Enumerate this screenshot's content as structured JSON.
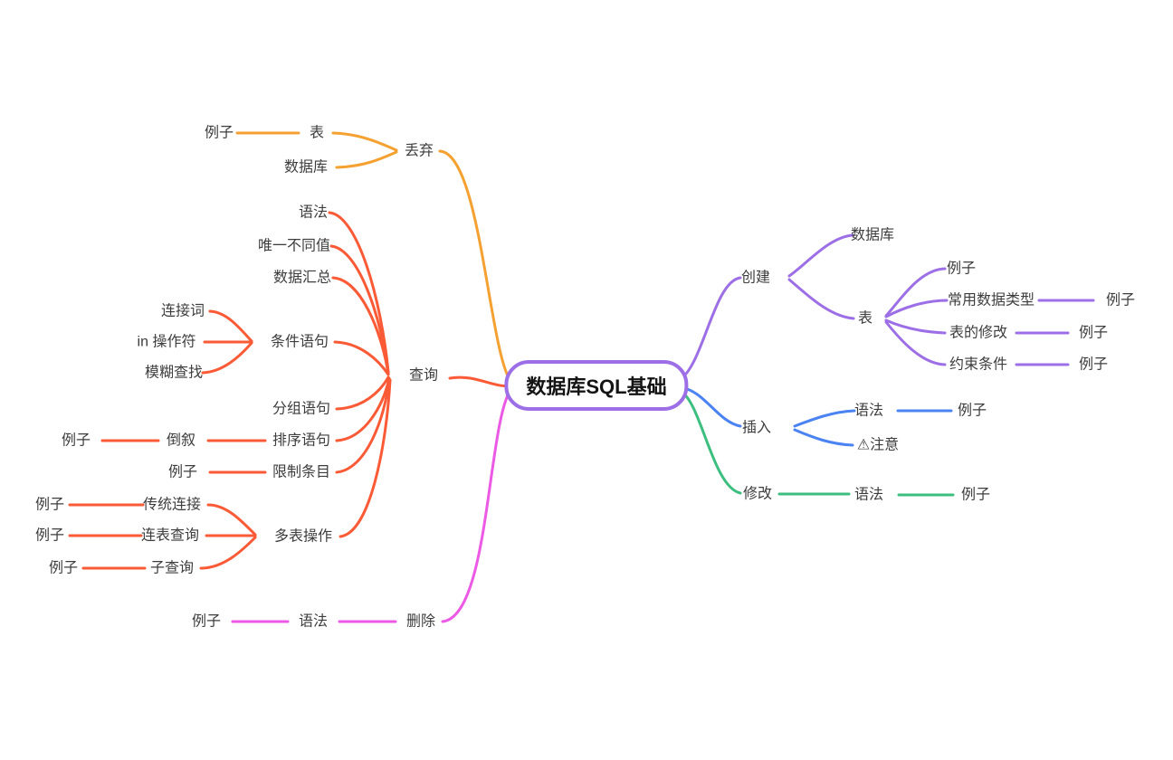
{
  "root": {
    "label": "数据库SQL基础",
    "border_color": "#9D6FE6"
  },
  "branches": [
    {
      "label": "丢弃",
      "color": "#F5A131",
      "children": [
        {
          "label": "表",
          "children": [
            {
              "label": "例子"
            }
          ]
        },
        {
          "label": "数据库"
        }
      ]
    },
    {
      "label": "查询",
      "color": "#FA5A35",
      "children": [
        {
          "label": "语法"
        },
        {
          "label": "唯一不同值"
        },
        {
          "label": "数据汇总"
        },
        {
          "label": "条件语句",
          "children": [
            {
              "label": "连接词"
            },
            {
              "label": "in 操作符"
            },
            {
              "label": "模糊查找"
            }
          ]
        },
        {
          "label": "分组语句"
        },
        {
          "label": "排序语句",
          "children": [
            {
              "label": "倒叙",
              "children": [
                {
                  "label": "例子"
                }
              ]
            }
          ]
        },
        {
          "label": "限制条目",
          "children": [
            {
              "label": "例子"
            }
          ]
        },
        {
          "label": "多表操作",
          "children": [
            {
              "label": "传统连接",
              "children": [
                {
                  "label": "例子"
                }
              ]
            },
            {
              "label": "连表查询",
              "children": [
                {
                  "label": "例子"
                }
              ]
            },
            {
              "label": "子查询",
              "children": [
                {
                  "label": "例子"
                }
              ]
            }
          ]
        }
      ]
    },
    {
      "label": "删除",
      "color": "#EC59E5",
      "children": [
        {
          "label": "语法",
          "children": [
            {
              "label": "例子"
            }
          ]
        }
      ]
    },
    {
      "label": "创建",
      "color": "#9D6FE6",
      "children": [
        {
          "label": "数据库"
        },
        {
          "label": "表",
          "children": [
            {
              "label": "例子"
            },
            {
              "label": "常用数据类型",
              "children": [
                {
                  "label": "例子"
                }
              ]
            },
            {
              "label": "表的修改",
              "children": [
                {
                  "label": "例子"
                }
              ]
            },
            {
              "label": "约束条件",
              "children": [
                {
                  "label": "例子"
                }
              ]
            }
          ]
        }
      ]
    },
    {
      "label": "插入",
      "color": "#4B83F2",
      "children": [
        {
          "label": "语法",
          "children": [
            {
              "label": "例子"
            }
          ]
        },
        {
          "label": "⚠注意"
        }
      ]
    },
    {
      "label": "修改",
      "color": "#3CBE7F",
      "children": [
        {
          "label": "语法",
          "children": [
            {
              "label": "例子"
            }
          ]
        }
      ]
    }
  ]
}
